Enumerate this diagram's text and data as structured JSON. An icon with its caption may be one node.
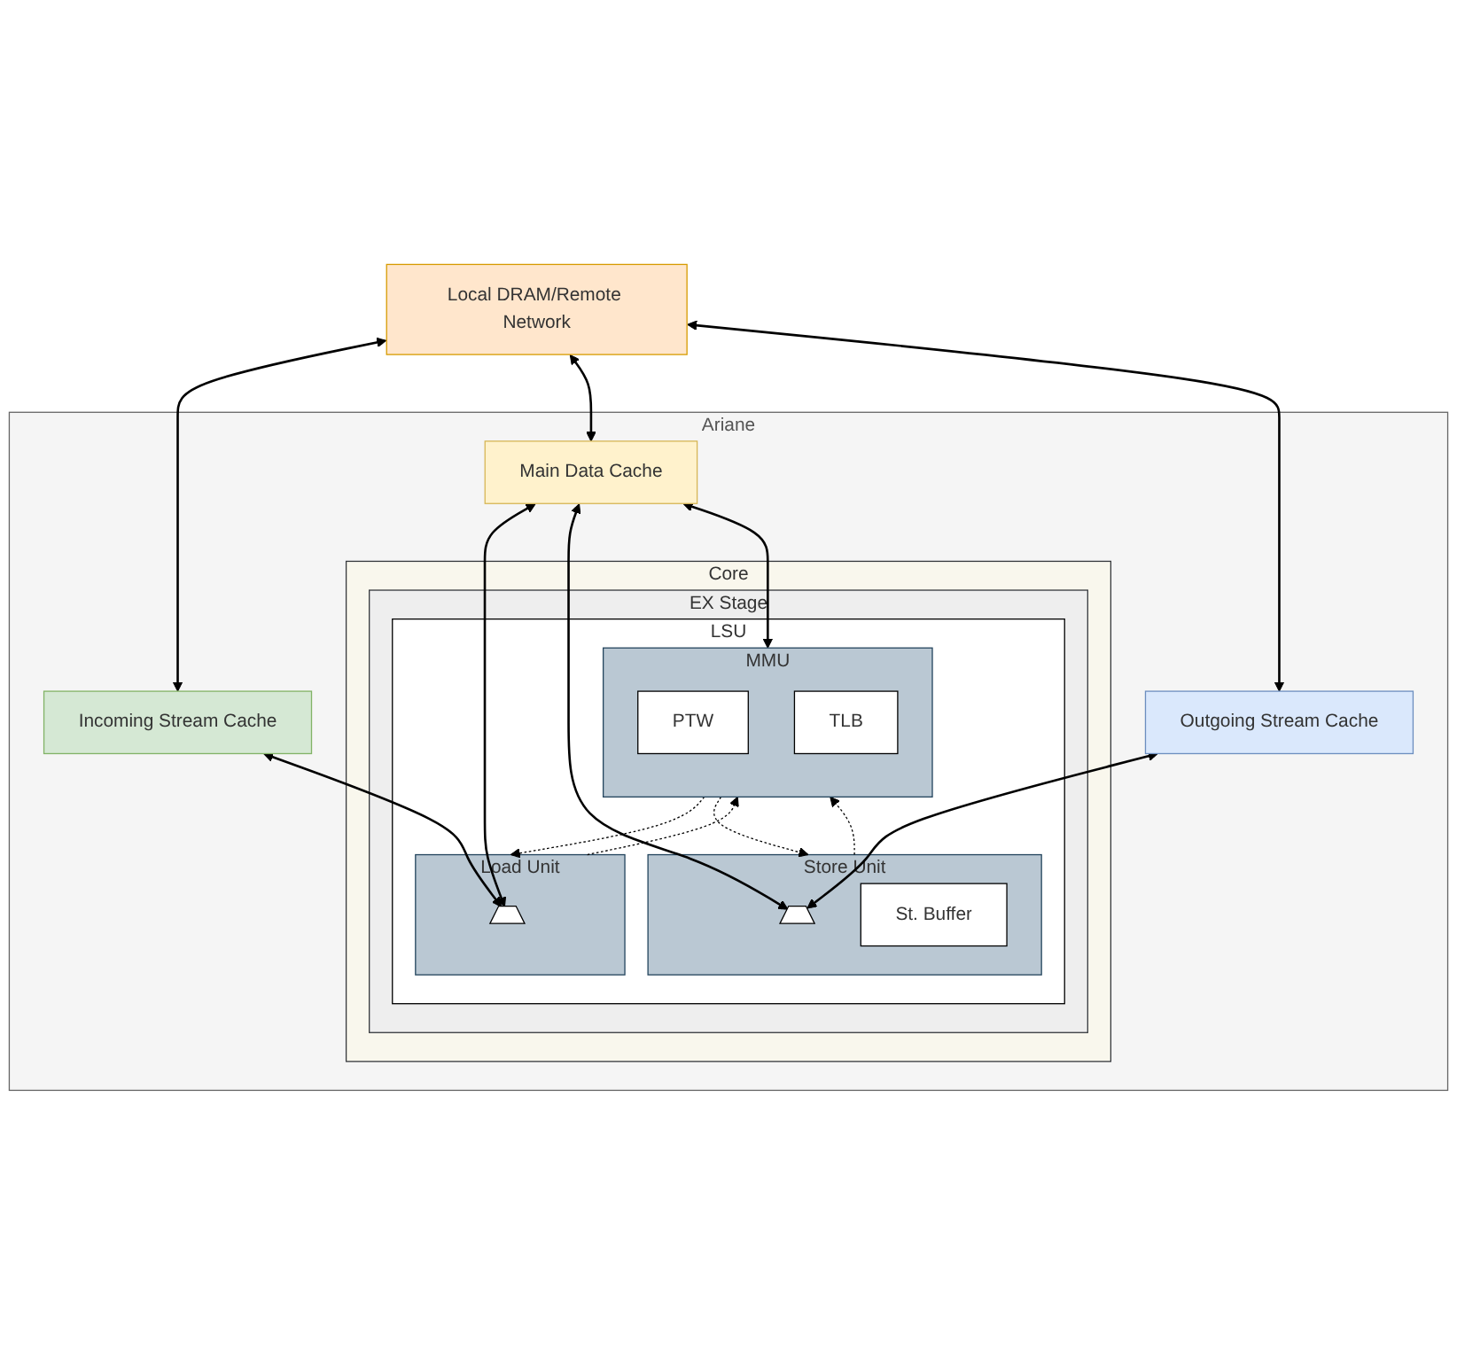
{
  "diagram": {
    "nodes": [
      {
        "text": [
          "Local DRAM/Remote Network"
        ]
      },
      {
        "text": [
          "Ariane"
        ]
      },
      {
        "text": [
          "Incoming Stream Cache"
        ],
        "in": 1
      },
      {
        "text": [
          "Main Data Cache"
        ],
        "in": 1
      },
      {
        "text": [
          "Outgoing Stream Cache"
        ],
        "in": 1
      },
      {
        "text": [
          "Core"
        ],
        "in": 1
      },
      {
        "text": [
          "EX Stage"
        ],
        "in": 5
      },
      {
        "text": [
          "LSU"
        ],
        "in": 6
      },
      {
        "text": [
          "Load Unit"
        ],
        "in": 7
      },
      {
        "text": [],
        "shape": "trapezoid",
        "in": 8
      },
      {
        "text": [
          "MMU"
        ],
        "in": 7
      },
      {
        "text": [
          "PTW"
        ],
        "in": 10
      },
      {
        "text": [
          "TLB"
        ],
        "in": 10
      },
      {
        "text": [
          "Store Unit"
        ],
        "in": 7
      },
      {
        "text": [],
        "shape": "trapezoid",
        "in": 13
      },
      {
        "text": [
          "St. Buffer"
        ],
        "in": 13
      }
    ],
    "edges": [
      {
        "from": 0,
        "to": 2,
        "arrow": "both"
      },
      {
        "from": 0,
        "to": 3,
        "arrow": "both"
      },
      {
        "from": 0,
        "to": 4,
        "arrow": "both"
      },
      {
        "from": 2,
        "to": 9,
        "arrow": "both"
      },
      {
        "from": 3,
        "to": 9,
        "arrow": "both"
      },
      {
        "from": 3,
        "to": 10,
        "arrow": "both"
      },
      {
        "from": 3,
        "to": 14,
        "arrow": "both"
      },
      {
        "from": 4,
        "to": 14,
        "arrow": "both"
      },
      {
        "from": 10,
        "to": 8,
        "arrow": "to",
        "style": "dashed"
      },
      {
        "from": 8,
        "to": 10,
        "arrow": "to",
        "style": "dashed"
      },
      {
        "from": 13,
        "to": 10,
        "arrow": "to",
        "style": "dashed"
      },
      {
        "from": 10,
        "to": 13,
        "arrow": "to",
        "style": "dashed"
      }
    ]
  }
}
